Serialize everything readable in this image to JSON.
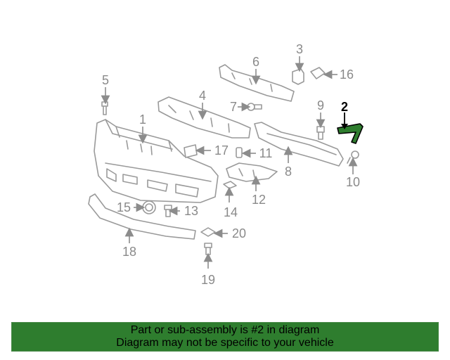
{
  "diagram": {
    "highlight_color": "#2e7d2e",
    "highlighted_callout": "2",
    "callouts": [
      "1",
      "2",
      "3",
      "4",
      "5",
      "6",
      "7",
      "8",
      "9",
      "10",
      "11",
      "12",
      "13",
      "14",
      "15",
      "16",
      "17",
      "18",
      "19",
      "20"
    ]
  },
  "banner": {
    "background": "#2e7d2e",
    "line1": "Part or sub-assembly is #2 in diagram",
    "line2": "Diagram may not be specific to your vehicle"
  }
}
